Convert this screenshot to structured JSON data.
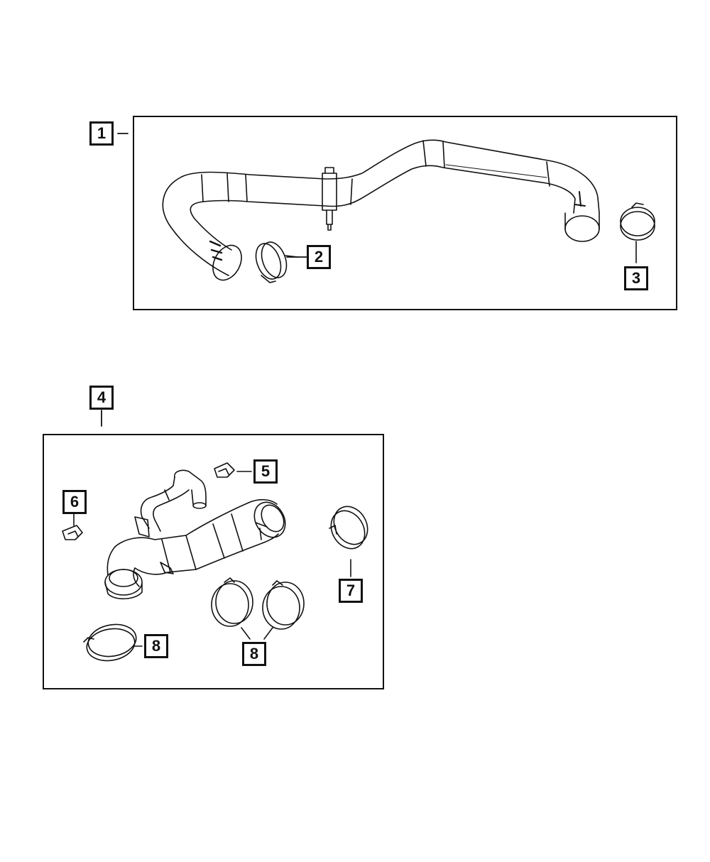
{
  "callouts": {
    "c1": "1",
    "c2": "2",
    "c3": "3",
    "c4": "4",
    "c5": "5",
    "c6": "6",
    "c7": "7",
    "c8a": "8",
    "c8b": "8"
  },
  "colors": {
    "line": "#111111",
    "background": "#ffffff"
  }
}
